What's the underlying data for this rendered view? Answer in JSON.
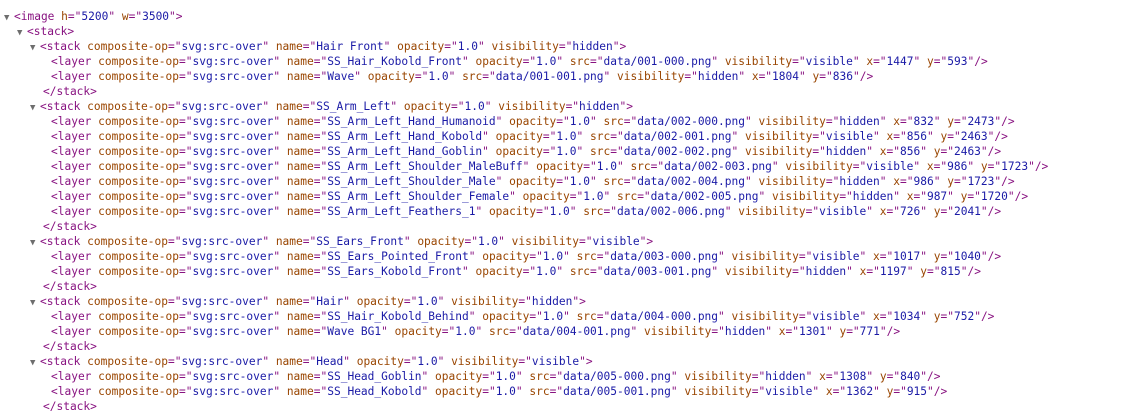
{
  "root": {
    "tag": "image",
    "attrs": [
      {
        "k": "h",
        "v": "5200"
      },
      {
        "k": "w",
        "v": "3500"
      }
    ],
    "inner_tag": "stack"
  },
  "stacks": [
    {
      "name": "Hair Front",
      "opacity": "1.0",
      "visibility": "hidden",
      "layers": [
        {
          "name": "SS_Hair_Kobold_Front",
          "opacity": "1.0",
          "src": "data/001-000.png",
          "visibility": "visible",
          "x": "1447",
          "y": "593"
        },
        {
          "name": "Wave",
          "opacity": "1.0",
          "src": "data/001-001.png",
          "visibility": "hidden",
          "x": "1804",
          "y": "836"
        }
      ]
    },
    {
      "name": "SS_Arm_Left",
      "opacity": "1.0",
      "visibility": "hidden",
      "layers": [
        {
          "name": "SS_Arm_Left_Hand_Humanoid",
          "opacity": "1.0",
          "src": "data/002-000.png",
          "visibility": "hidden",
          "x": "832",
          "y": "2473"
        },
        {
          "name": "SS_Arm_Left_Hand_Kobold",
          "opacity": "1.0",
          "src": "data/002-001.png",
          "visibility": "visible",
          "x": "856",
          "y": "2463"
        },
        {
          "name": "SS_Arm_Left_Hand_Goblin",
          "opacity": "1.0",
          "src": "data/002-002.png",
          "visibility": "hidden",
          "x": "856",
          "y": "2463"
        },
        {
          "name": "SS_Arm_Left_Shoulder_MaleBuff",
          "opacity": "1.0",
          "src": "data/002-003.png",
          "visibility": "visible",
          "x": "986",
          "y": "1723"
        },
        {
          "name": "SS_Arm_Left_Shoulder_Male",
          "opacity": "1.0",
          "src": "data/002-004.png",
          "visibility": "hidden",
          "x": "986",
          "y": "1723"
        },
        {
          "name": "SS_Arm_Left_Shoulder_Female",
          "opacity": "1.0",
          "src": "data/002-005.png",
          "visibility": "hidden",
          "x": "987",
          "y": "1720"
        },
        {
          "name": "SS_Arm_Left_Feathers_1",
          "opacity": "1.0",
          "src": "data/002-006.png",
          "visibility": "visible",
          "x": "726",
          "y": "2041"
        }
      ]
    },
    {
      "name": "SS_Ears_Front",
      "opacity": "1.0",
      "visibility": "visible",
      "layers": [
        {
          "name": "SS_Ears_Pointed_Front",
          "opacity": "1.0",
          "src": "data/003-000.png",
          "visibility": "visible",
          "x": "1017",
          "y": "1040"
        },
        {
          "name": "SS_Ears_Kobold_Front",
          "opacity": "1.0",
          "src": "data/003-001.png",
          "visibility": "hidden",
          "x": "1197",
          "y": "815"
        }
      ]
    },
    {
      "name": "Hair",
      "opacity": "1.0",
      "visibility": "hidden",
      "layers": [
        {
          "name": "SS_Hair_Kobold_Behind",
          "opacity": "1.0",
          "src": "data/004-000.png",
          "visibility": "visible",
          "x": "1034",
          "y": "752"
        },
        {
          "name": "Wave BG1",
          "opacity": "1.0",
          "src": "data/004-001.png",
          "visibility": "hidden",
          "x": "1301",
          "y": "771"
        }
      ]
    },
    {
      "name": "Head",
      "opacity": "1.0",
      "visibility": "visible",
      "layers": [
        {
          "name": "SS_Head_Goblin",
          "opacity": "1.0",
          "src": "data/005-000.png",
          "visibility": "hidden",
          "x": "1308",
          "y": "840"
        },
        {
          "name": "SS_Head_Kobold",
          "opacity": "1.0",
          "src": "data/005-001.png",
          "visibility": "visible",
          "x": "1362",
          "y": "915"
        }
      ]
    }
  ],
  "common": {
    "composite_op": "svg:src-over",
    "expand_glyph": "▼"
  }
}
